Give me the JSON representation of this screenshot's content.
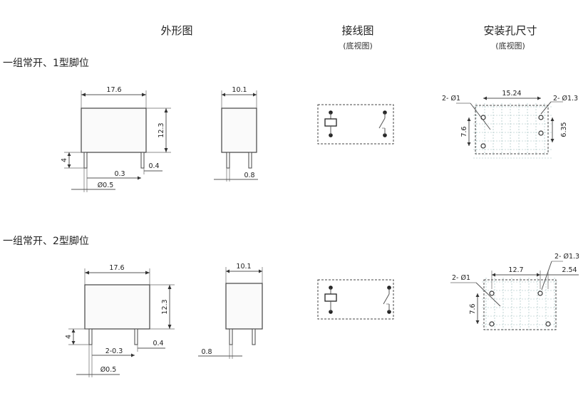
{
  "headers": {
    "outline": "外形图",
    "wiring": "接线图",
    "wiring_sub": "(底视图)",
    "mounting": "安装孔尺寸",
    "mounting_sub": "(底视图)"
  },
  "rows": [
    {
      "title": "一组常开、1型脚位",
      "front": {
        "width": "17.6",
        "height": "12.3",
        "pin_len": "4",
        "pin_off": "0.3",
        "pin_w": "0.4",
        "pin_dia": "Ø0.5"
      },
      "side": {
        "width": "10.1",
        "pin": "0.8"
      },
      "mount": {
        "hole_small": "2- Ø1",
        "hole_large": "2- Ø1.3",
        "span": "15.24",
        "height": "7.6",
        "gap": "6.35"
      }
    },
    {
      "title": "一组常开、2型脚位",
      "front": {
        "width": "17.6",
        "height": "12.3",
        "pin_len": "4",
        "pin_off": "2-0.3",
        "pin_w": "0.4",
        "pin_dia": "Ø0.5"
      },
      "side": {
        "width": "10.1",
        "pin": "0.8"
      },
      "mount": {
        "hole_small": "2- Ø1",
        "hole_large": "2- Ø1.3",
        "span": "12.7",
        "pitch": "2.54",
        "height": "7.6"
      }
    }
  ]
}
